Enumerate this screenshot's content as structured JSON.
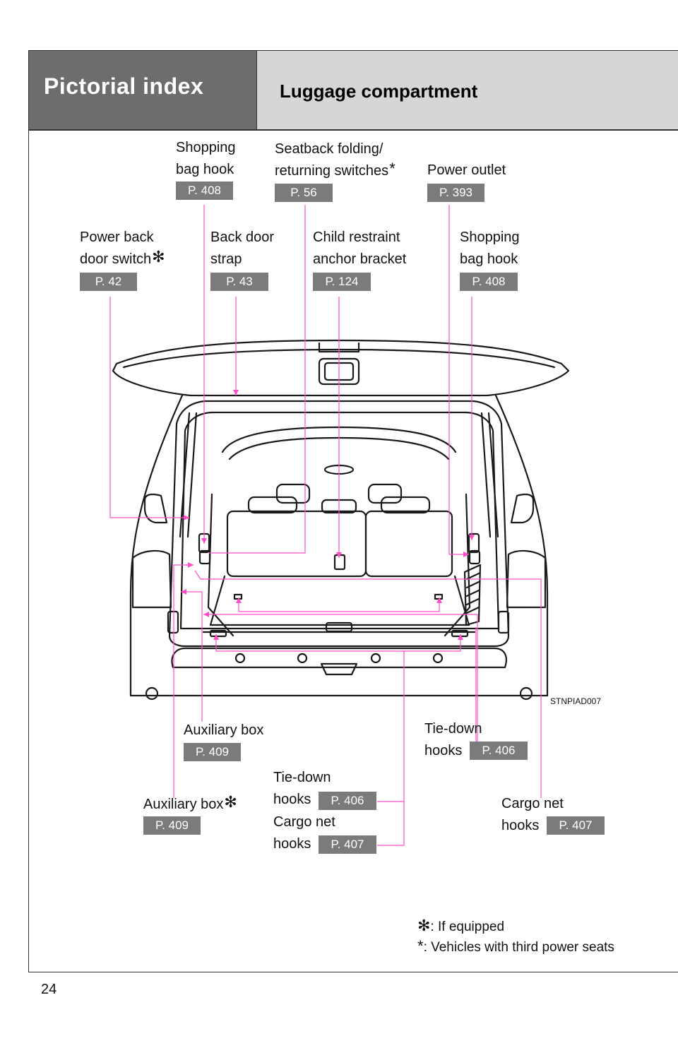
{
  "header": {
    "section_title": "Pictorial index",
    "page_title": "Luggage compartment"
  },
  "callouts": {
    "shopping_bag_hook_left": {
      "line1": "Shopping",
      "line2": "bag hook",
      "page": "P. 408"
    },
    "seatback_switches": {
      "line1": "Seatback folding/",
      "line2": "returning switches",
      "marker": "*",
      "page": "P. 56"
    },
    "power_outlet": {
      "line1": "Power outlet",
      "page": "P. 393"
    },
    "power_back_door_switch": {
      "line1": "Power back",
      "line2": "door switch",
      "marker": "✻",
      "page": "P. 42"
    },
    "back_door_strap": {
      "line1": "Back door",
      "line2": "strap",
      "page": "P. 43"
    },
    "child_restraint_anchor": {
      "line1": "Child restraint",
      "line2": "anchor bracket",
      "page": "P. 124"
    },
    "shopping_bag_hook_right": {
      "line1": "Shopping",
      "line2": "bag hook",
      "page": "P. 408"
    },
    "auxiliary_box": {
      "line1": "Auxiliary box",
      "page": "P. 409"
    },
    "tie_down_hooks_right": {
      "line1": "Tie-down",
      "line2": "hooks",
      "page": "P. 406"
    },
    "tie_down_hooks_center": {
      "line1": "Tie-down",
      "line2": "hooks",
      "page": "P. 406"
    },
    "cargo_net_hooks_center": {
      "line1": "Cargo net",
      "line2": "hooks",
      "page": "P. 407"
    },
    "auxiliary_box_optional": {
      "line1": "Auxiliary box",
      "marker": "✻",
      "page": "P. 409"
    },
    "cargo_net_hooks_right": {
      "line1": "Cargo net",
      "line2": "hooks",
      "page": "P. 407"
    }
  },
  "image_code": "STNPIAD007",
  "notes": {
    "if_equipped_marker": "✻",
    "if_equipped_text": ": If equipped",
    "third_seats_marker": "*",
    "third_seats_text": ": Vehicles with third power seats"
  },
  "page_number": "24",
  "colors": {
    "header_dark": "#6d6d6d",
    "header_light": "#d6d6d6",
    "badge": "#7b7b7b",
    "leader": "#ff4fc8"
  }
}
